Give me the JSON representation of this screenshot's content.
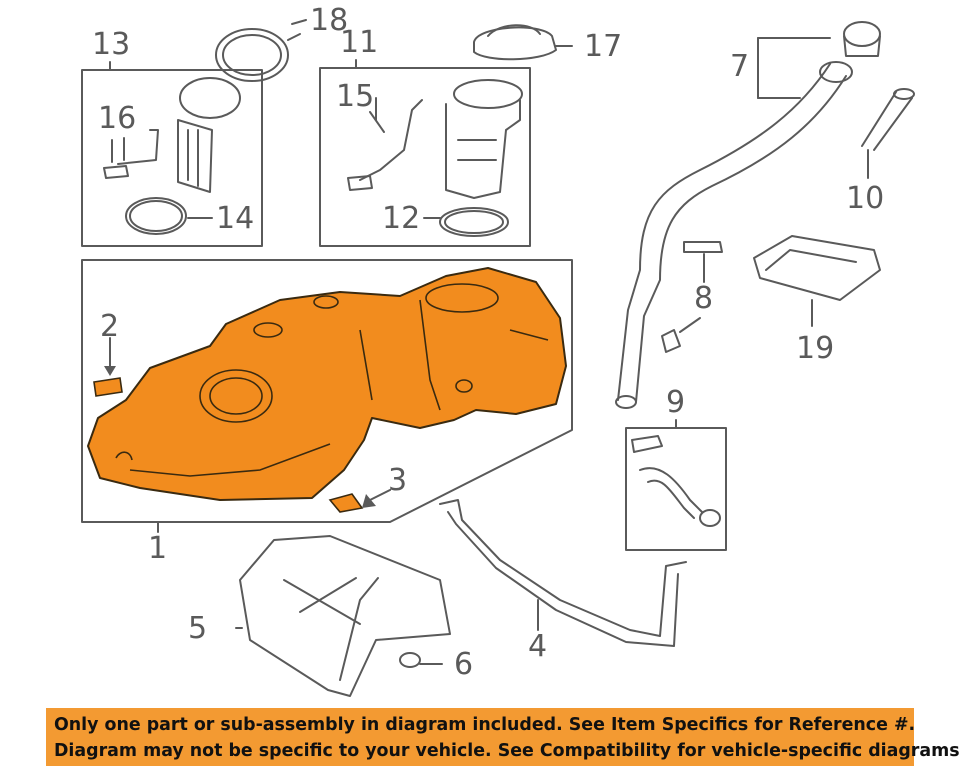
{
  "diagram": {
    "callouts": {
      "c1": "1",
      "c2": "2",
      "c3": "3",
      "c4": "4",
      "c5": "5",
      "c6": "6",
      "c7": "7",
      "c8": "8",
      "c9": "9",
      "c10": "10",
      "c11": "11",
      "c12": "12",
      "c13": "13",
      "c14": "14",
      "c15": "15",
      "c16": "16",
      "c17": "17",
      "c18": "18",
      "c19": "19"
    },
    "colors": {
      "highlight": "#f39a32",
      "tank_fill": "#f28c1e",
      "line": "#5a5a5a",
      "notice_bg": "#f39a32"
    }
  },
  "notice": {
    "line1": "Only one part or sub-assembly in diagram included. See Item Specifics for Reference #.",
    "line2": "Diagram may not be specific to your vehicle. See Compatibility for vehicle-specific diagrams."
  }
}
